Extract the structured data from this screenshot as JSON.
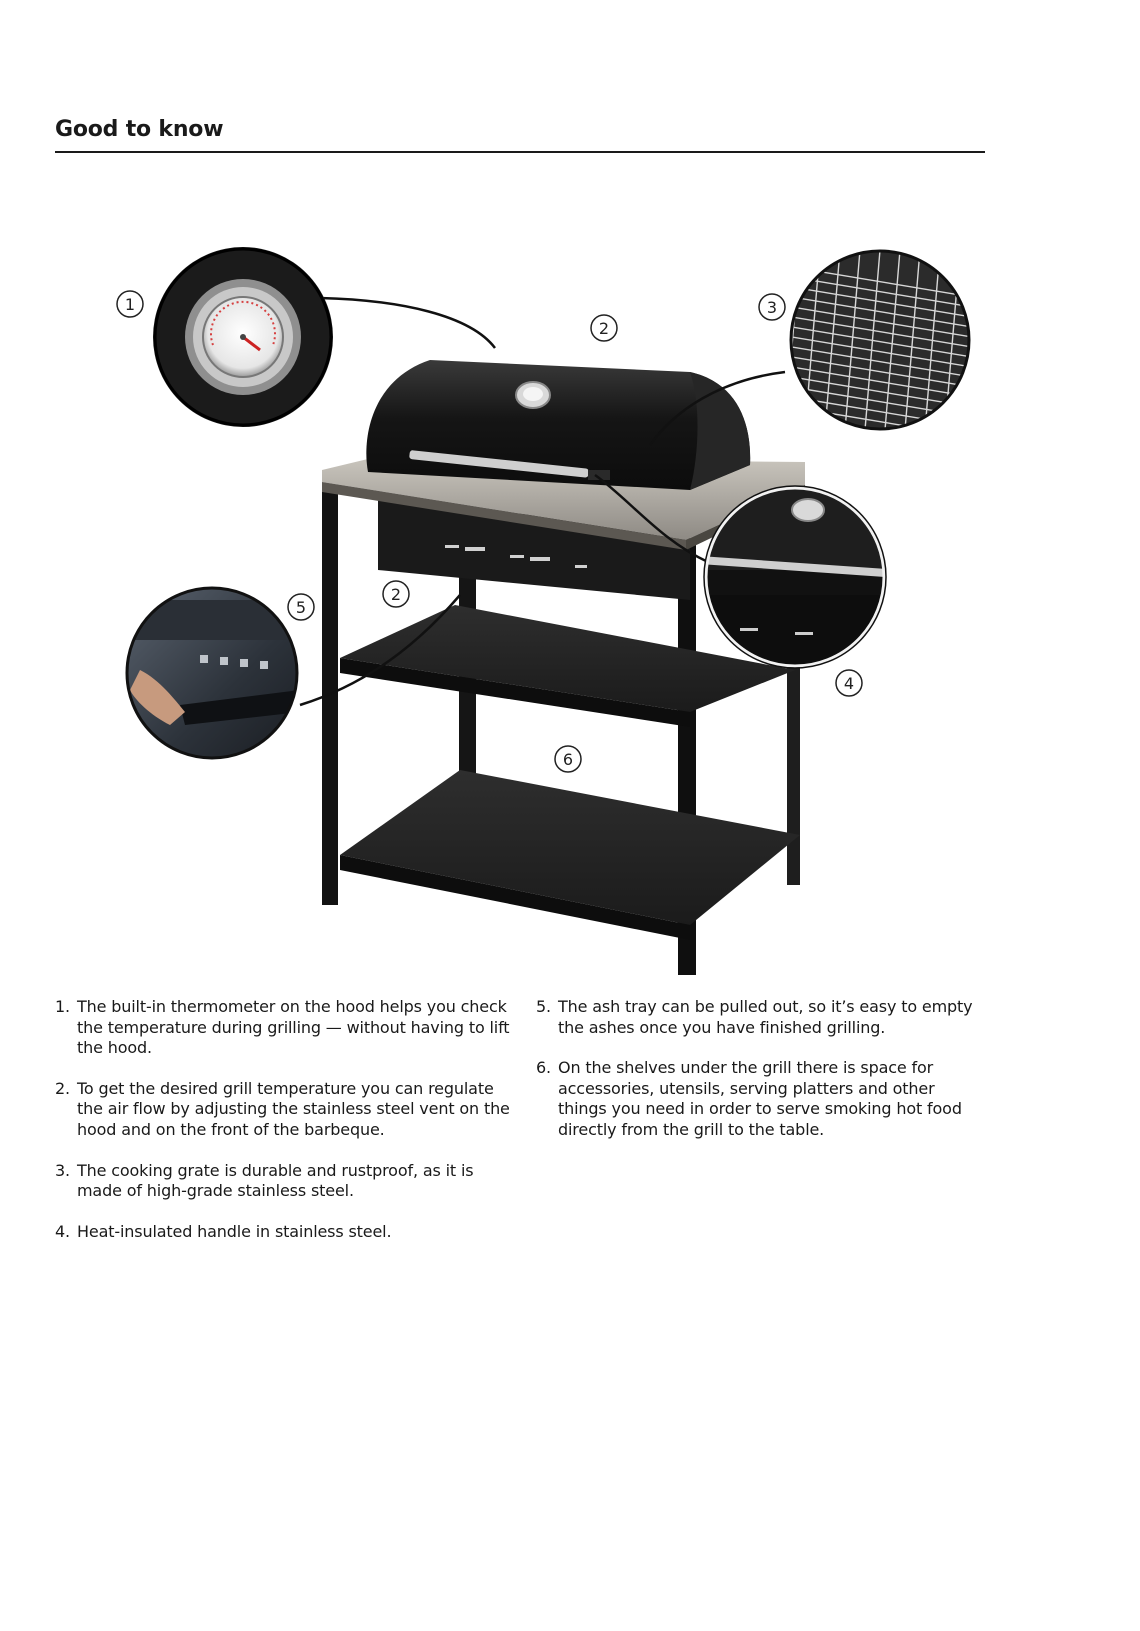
{
  "section": {
    "title": "Good to know"
  },
  "callout_labels": [
    "1",
    "2",
    "3",
    "2",
    "5",
    "4",
    "6"
  ],
  "features_left": [
    {
      "number": "1.",
      "text": "The built-in thermometer on the hood helps you check the temperature during grilling — without having to lift the hood."
    },
    {
      "number": "2.",
      "text": "To get the desired grill temperature you can regulate the air flow by adjusting the stainless steel vent on the hood and on the front of the barbeque."
    },
    {
      "number": "3.",
      "text": "The cooking grate is durable and rustproof, as it is made of high-grade stainless steel."
    },
    {
      "number": "4.",
      "text": "Heat-insulated handle in stainless steel."
    }
  ],
  "features_right": [
    {
      "number": "5.",
      "text": "The ash tray can be pulled out, so it’s easy to empty the ashes once you have finished grilling."
    },
    {
      "number": "6.",
      "text": "On the shelves under the grill there is space for accessories, utensils, serving platters and other things you need in order to serve smoking hot food directly from the grill to the table."
    }
  ]
}
